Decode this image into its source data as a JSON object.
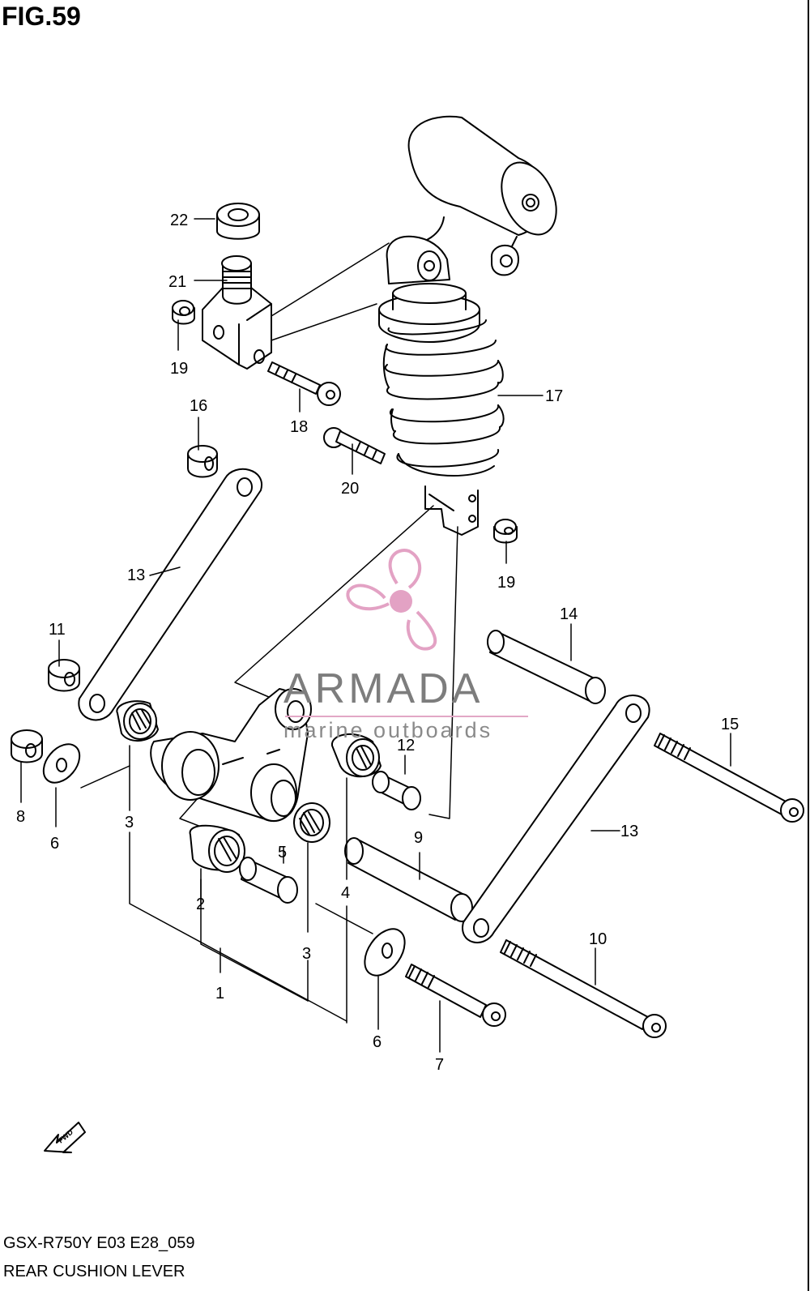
{
  "figure": {
    "title": "FIG.59"
  },
  "footer": {
    "model_code": "GSX-R750Y E03 E28_059",
    "section_name": "REAR CUSHION LEVER"
  },
  "watermark": {
    "brand": "ARMADA",
    "tagline": "marine outboards",
    "color": "#e3a2c4"
  },
  "direction_arrow": {
    "label": "FWD"
  },
  "callouts": [
    {
      "id": "c22",
      "label": "22"
    },
    {
      "id": "c21",
      "label": "21"
    },
    {
      "id": "c19a",
      "label": "19"
    },
    {
      "id": "c18",
      "label": "18"
    },
    {
      "id": "c16",
      "label": "16"
    },
    {
      "id": "c17",
      "label": "17"
    },
    {
      "id": "c20",
      "label": "20"
    },
    {
      "id": "c19b",
      "label": "19"
    },
    {
      "id": "c13a",
      "label": "13"
    },
    {
      "id": "c11",
      "label": "11"
    },
    {
      "id": "c14",
      "label": "14"
    },
    {
      "id": "c15",
      "label": "15"
    },
    {
      "id": "c12",
      "label": "12"
    },
    {
      "id": "c8",
      "label": "8"
    },
    {
      "id": "c6a",
      "label": "6"
    },
    {
      "id": "c3a",
      "label": "3"
    },
    {
      "id": "c5",
      "label": "5"
    },
    {
      "id": "c4",
      "label": "4"
    },
    {
      "id": "c9",
      "label": "9"
    },
    {
      "id": "c13b",
      "label": "13"
    },
    {
      "id": "c2",
      "label": "2"
    },
    {
      "id": "c3b",
      "label": "3"
    },
    {
      "id": "c1",
      "label": "1"
    },
    {
      "id": "c10",
      "label": "10"
    },
    {
      "id": "c6b",
      "label": "6"
    },
    {
      "id": "c7",
      "label": "7"
    }
  ]
}
